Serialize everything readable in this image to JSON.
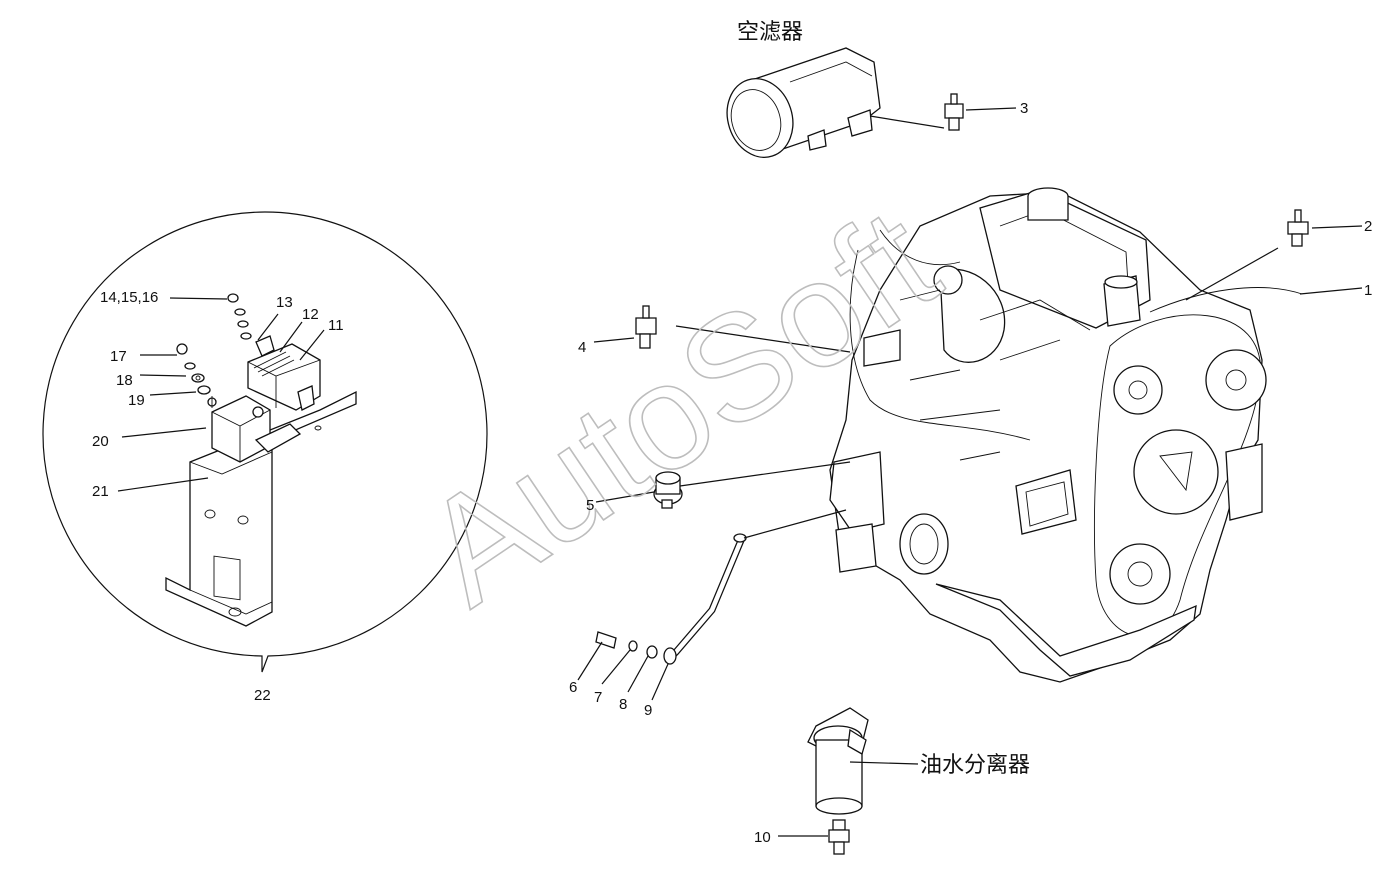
{
  "watermark": "AutoSoft",
  "captions": {
    "air_filter": "空滤器",
    "water_separator": "油水分离器"
  },
  "callouts": {
    "c1": "1",
    "c2": "2",
    "c3": "3",
    "c4": "4",
    "c5": "5",
    "c6": "6",
    "c7": "7",
    "c8": "8",
    "c9": "9",
    "c10": "10",
    "c11": "11",
    "c12": "12",
    "c13": "13",
    "c14": "14,15,16",
    "c17": "17",
    "c18": "18",
    "c19": "19",
    "c20": "20",
    "c21": "21",
    "c22": "22"
  }
}
